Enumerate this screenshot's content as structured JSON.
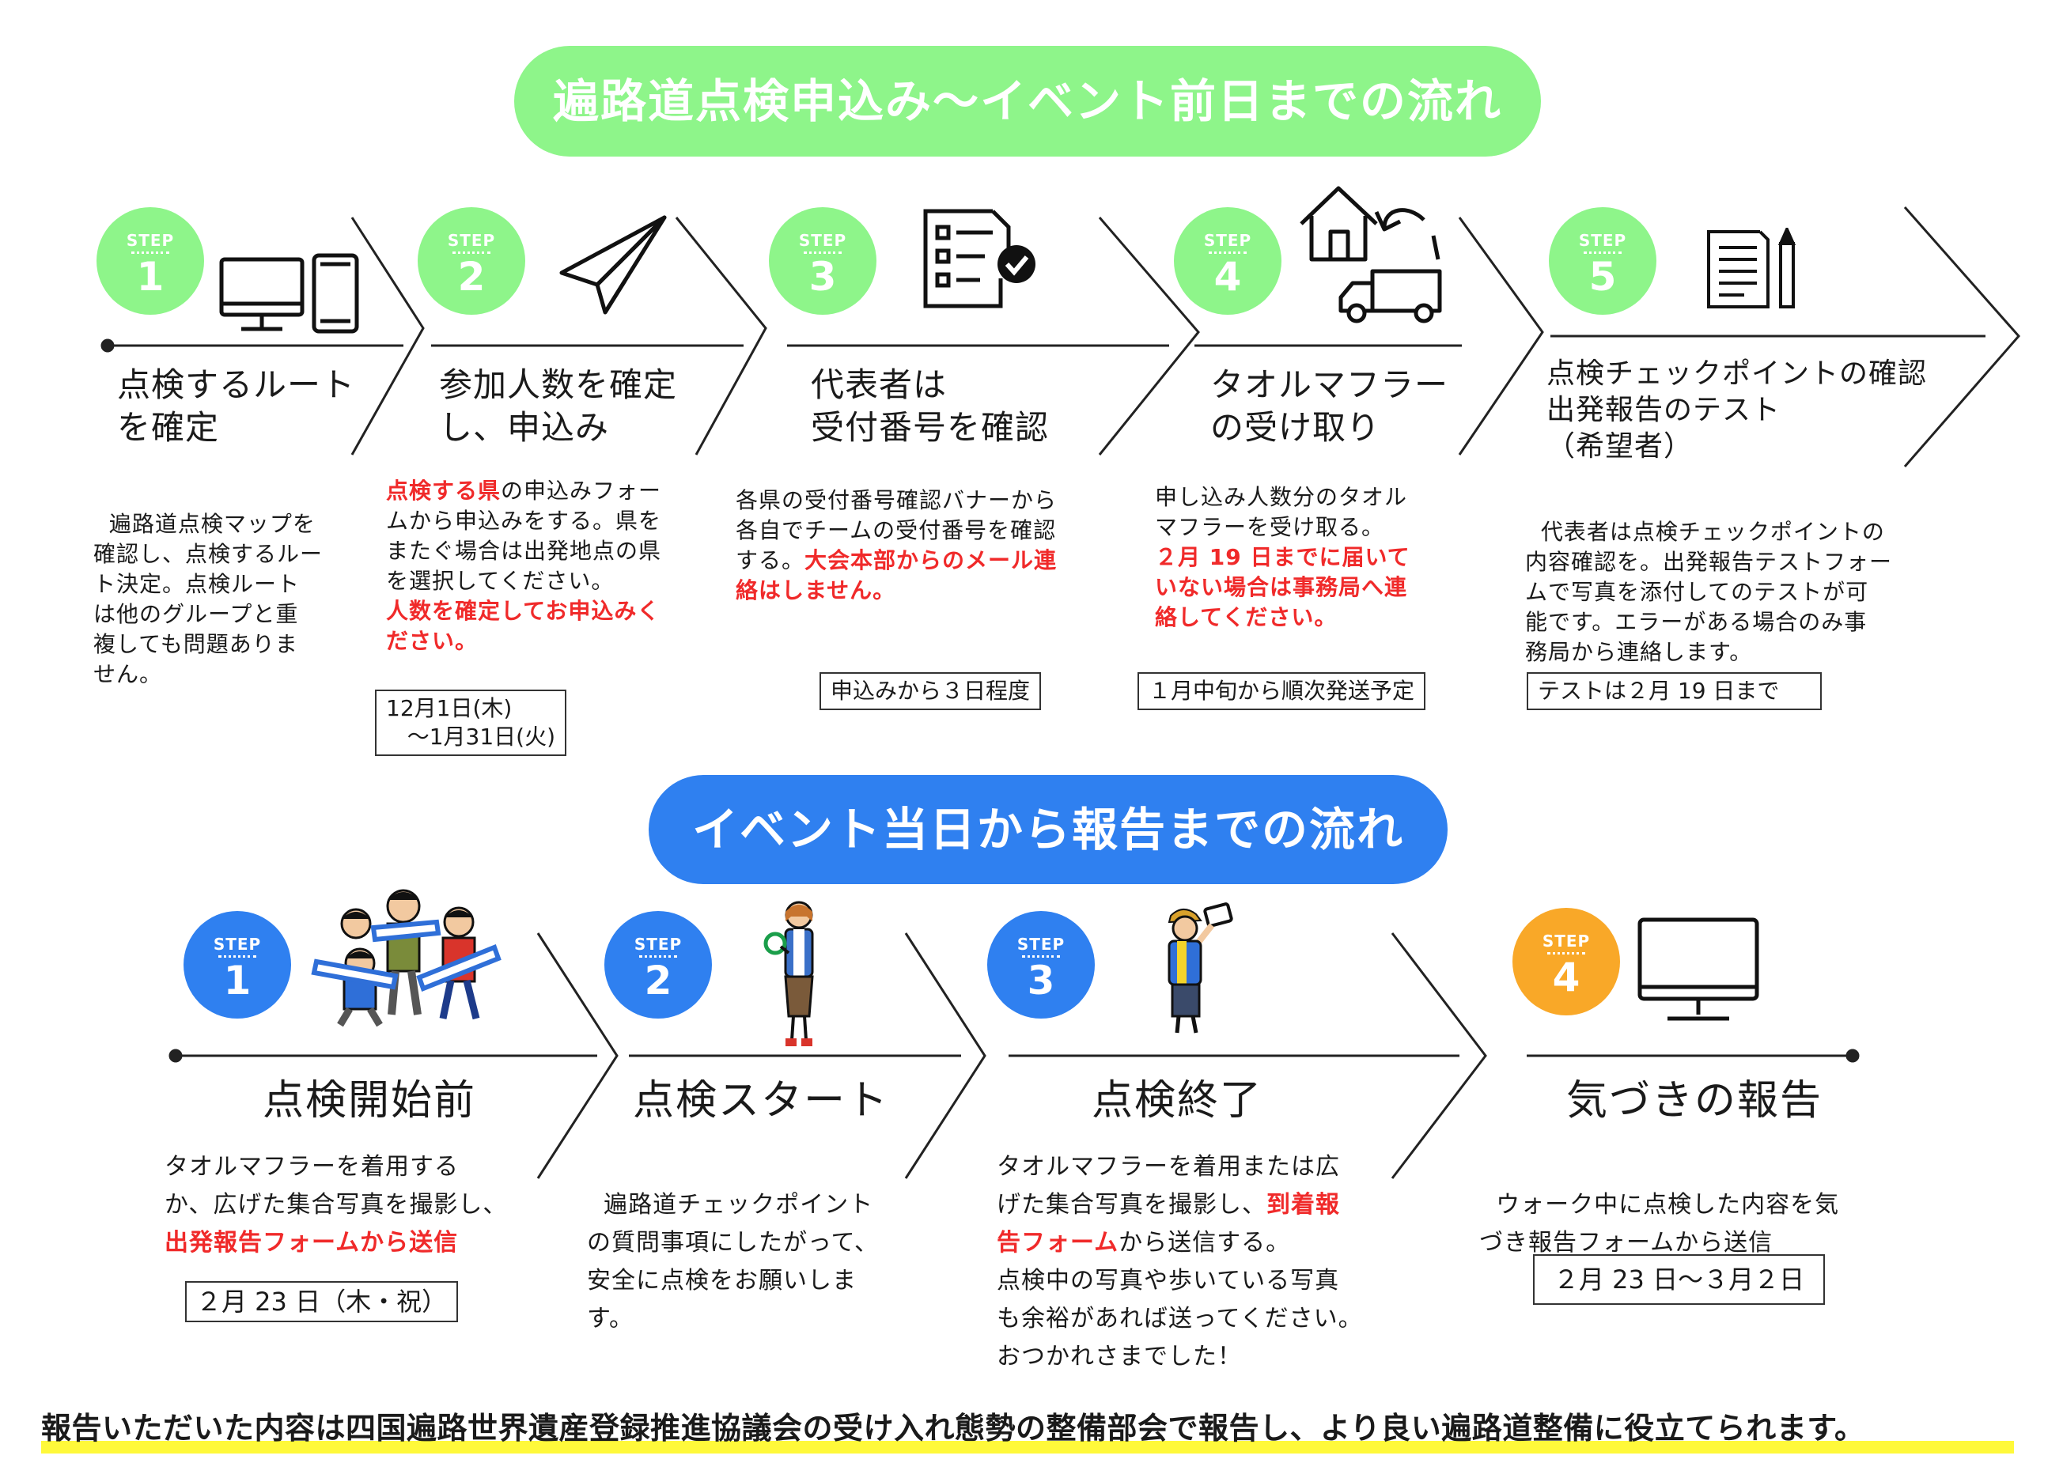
{
  "top_section": {
    "banner": "遍路道点検申込み〜イベント前日までの流れ",
    "step_label": "STEP",
    "steps": [
      {
        "num": "1",
        "title": "点検するルート\nを確定",
        "desc": [
          {
            "t": "遍路道点検マップを\n確認し、点検するルー\nト決定。点検ルート\nは他のグループと重\n複しても問題ありま\nせん。",
            "red": false
          }
        ],
        "date": ""
      },
      {
        "num": "2",
        "title": "参加人数を確定\nし、申込み",
        "desc": [
          {
            "t": "点検する県",
            "red": true
          },
          {
            "t": "の申込みフォー\nムから申込みをする。県を\nまたぐ場合は出発地点の県\nを選択してください。\n",
            "red": false
          },
          {
            "t": "人数を確定してお申込みく\nださい。",
            "red": true
          }
        ],
        "date": "12月1日(木)\n   〜1月31日(火)"
      },
      {
        "num": "3",
        "title": "代表者は\n受付番号を確認",
        "desc": [
          {
            "t": "各県の受付番号確認バナーから\n各自でチームの受付番号を確認\nする。",
            "red": false
          },
          {
            "t": "大会本部からのメール連\n絡はしません。",
            "red": true
          }
        ],
        "date": "申込みから３日程度"
      },
      {
        "num": "4",
        "title": "タオルマフラー\nの受け取り",
        "desc": [
          {
            "t": "申し込み人数分のタオル\nマフラーを受け取る。\n",
            "red": false
          },
          {
            "t": "２月 19 日までに届いて\nいない場合は事務局へ連\n絡してください。",
            "red": true
          }
        ],
        "date": "１月中旬から順次発送予定"
      },
      {
        "num": "5",
        "title": "点検チェックポイントの確認\n出発報告のテスト\n（希望者）",
        "desc": [
          {
            "t": "代表者は点検チェックポイントの\n内容確認を。出発報告テストフォー\nムで写真を添付してのテストが可\n能です。エラーがある場合のみ事\n務局から連絡します。",
            "red": false
          }
        ],
        "date": "テストは２月 19 日まで"
      }
    ]
  },
  "bottom_section": {
    "banner": "イベント当日から報告までの流れ",
    "steps": [
      {
        "num": "1",
        "title": "点検開始前",
        "desc": [
          {
            "t": "タオルマフラーを着用する\nか、広げた集合写真を撮影し、\n",
            "red": false
          },
          {
            "t": "出発報告フォームから送信",
            "red": true
          }
        ],
        "date": "２月 23 日（木・祝）"
      },
      {
        "num": "2",
        "title": "点検スタート",
        "desc": [
          {
            "t": "遍路道チェックポイント\nの質問事項にしたがって、\n安全に点検をお願いしま\nす。",
            "red": false
          }
        ],
        "date": ""
      },
      {
        "num": "3",
        "title": "点検終了",
        "desc": [
          {
            "t": "タオルマフラーを着用または広\nげた集合写真を撮影し、",
            "red": false
          },
          {
            "t": "到着報\n告フォーム",
            "red": true
          },
          {
            "t": "から送信する。\n点検中の写真や歩いている写真\nも余裕があれば送ってください。\nおつかれさまでした！",
            "red": false
          }
        ],
        "date": ""
      },
      {
        "num": "4",
        "title": "気づきの報告",
        "desc": [
          {
            "t": "ウォーク中に点検した内容を気\nづき報告フォームから送信",
            "red": false
          }
        ],
        "date": "２月 23 日〜３月２日"
      }
    ]
  },
  "footer": "報告いただいた内容は四国遍路世界遺産登録推進協議会の受け入れ態勢の整備部会で報告し、より良い遍路道整備に役立てられます。",
  "colors": {
    "green": "#8ef58a",
    "blue": "#2f80f0",
    "orange": "#f9a828",
    "red": "#f02a2a",
    "highlight": "#fff93a"
  }
}
